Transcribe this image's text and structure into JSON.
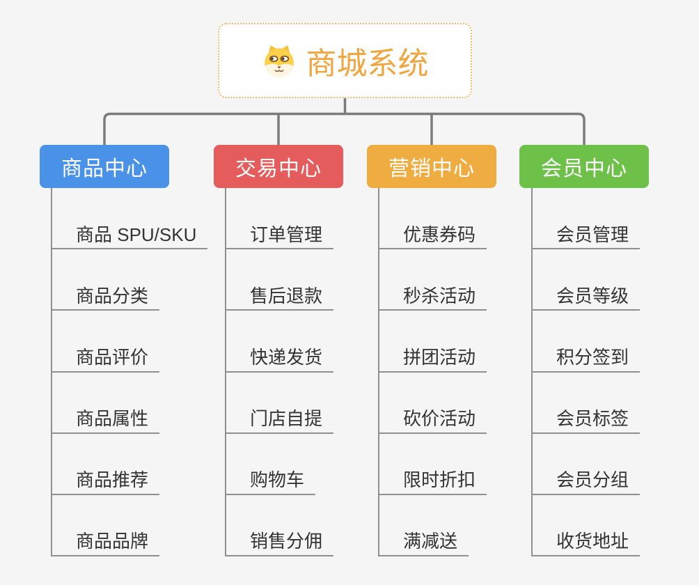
{
  "diagram": {
    "type": "mindmap-tree",
    "direction": "top-down"
  },
  "root": {
    "title": "商城系统",
    "icon": "dog-face-icon"
  },
  "branches": [
    {
      "label": "商品中心",
      "color": "#4A92E8",
      "items": [
        "商品 SPU/SKU",
        "商品分类",
        "商品评价",
        "商品属性",
        "商品推荐",
        "商品品牌"
      ]
    },
    {
      "label": "交易中心",
      "color": "#E55C5C",
      "items": [
        "订单管理",
        "售后退款",
        "快递发货",
        "门店自提",
        "购物车",
        "销售分佣"
      ]
    },
    {
      "label": "营销中心",
      "color": "#EFAC41",
      "items": [
        "优惠券码",
        "秒杀活动",
        "拼团活动",
        "砍价活动",
        "限时折扣",
        "满减送"
      ]
    },
    {
      "label": "会员中心",
      "color": "#6DC149",
      "items": [
        "会员管理",
        "会员等级",
        "积分签到",
        "会员标签",
        "会员分组",
        "收货地址"
      ]
    }
  ],
  "colors": {
    "background": "#F5F5F6",
    "connector": "#7B7B7B",
    "leaf_line": "#8F8F8F",
    "leaf_text": "#333333",
    "root_title": "#F0A63E",
    "root_border": "#F0BA6A",
    "root_background": "#FFFFFF",
    "branch_text": "#FFFFFF"
  }
}
